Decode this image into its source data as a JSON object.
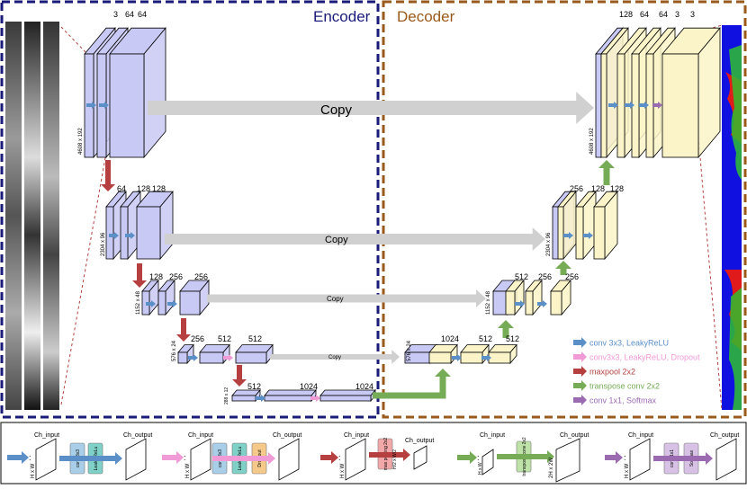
{
  "encoder": {
    "title": "Encoder"
  },
  "decoder": {
    "title": "Decoder"
  },
  "copy_labels": [
    "Copy",
    "Copy",
    "Copy",
    "Copy"
  ],
  "enc": {
    "l1": {
      "channels": [
        "3",
        "64",
        "64"
      ],
      "size": "4608 x 192"
    },
    "l2": {
      "channels": [
        "64",
        "128",
        "128"
      ],
      "size": "2304 x 96"
    },
    "l3": {
      "channels": [
        "128",
        "256",
        "256"
      ],
      "size": "1152 x 48"
    },
    "l4": {
      "channels": [
        "256",
        "512",
        "512"
      ],
      "size": "576 x 24"
    },
    "l5": {
      "channels": [
        "512",
        "1024",
        "1024"
      ],
      "size": "288 x 12"
    }
  },
  "dec": {
    "l4": {
      "channels": [
        "1024",
        "512",
        "512"
      ],
      "size": "576 x 24"
    },
    "l3": {
      "channels": [
        "512",
        "256",
        "256"
      ],
      "size": "1152 x 48"
    },
    "l2": {
      "channels": [
        "256",
        "128",
        "128"
      ],
      "size": "2304 x 96"
    },
    "l1": {
      "channels": [
        "128",
        "64",
        "64",
        "3",
        "3"
      ],
      "size": "4608 x 192"
    }
  },
  "legend": [
    {
      "label": "conv 3x3, LeakyReLU",
      "color": "#5b8fc7"
    },
    {
      "label": "conv3x3, LeakyReLU, Dropout",
      "color": "#f09ad6"
    },
    {
      "label": "maxpool 2x2",
      "color": "#b5403f"
    },
    {
      "label": "transpose conv 2x2",
      "color": "#76ac56"
    },
    {
      "label": "conv 1x1, Softmax",
      "color": "#9a6bb0"
    }
  ],
  "bottom": {
    "ch_input": "Ch_input",
    "ch_output": "Ch_output",
    "hxw": "H x W",
    "h2w2": "H/2 x W/2",
    "h2w": "2H x 2W",
    "conv3x3": "conv 3x3",
    "leaky": "Leaky ReLu",
    "dropout": "Drop out",
    "maxpool": "max pooling 2x2",
    "tconv": "transpose conv 2x2",
    "conv1x1": "conv 1x1",
    "softmax": "Softmax"
  },
  "colors": {
    "encoder_fill": "#c9c9f5",
    "decoder_fill": "#fbf4c8",
    "encoder_border": "#1b1b7a",
    "decoder_border": "#9a5a1c",
    "copy_arrow": "#d0d0d0"
  }
}
